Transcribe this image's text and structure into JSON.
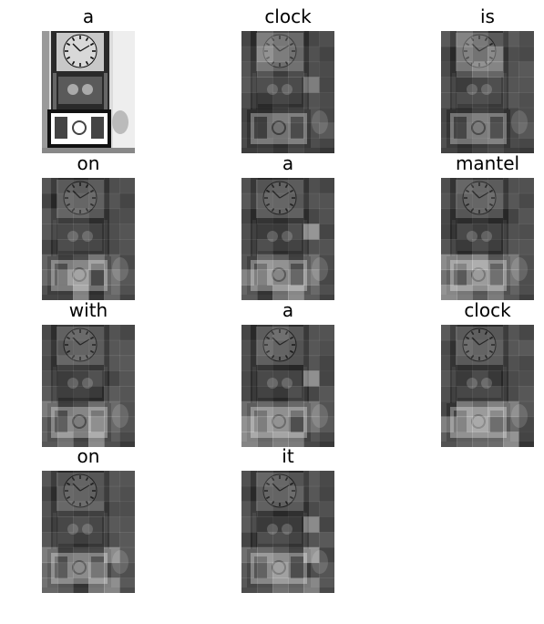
{
  "figure": {
    "panels": [
      {
        "word": "a",
        "image": "clock-photo-grayscale",
        "highlight": "none"
      },
      {
        "word": "clock",
        "image": "clock-photo-attention-map",
        "highlight": "clock-face"
      },
      {
        "word": "is",
        "image": "clock-photo-attention-map",
        "highlight": "clock-face"
      },
      {
        "word": "on",
        "image": "clock-photo-attention-map",
        "highlight": "lower-panel"
      },
      {
        "word": "a",
        "image": "clock-photo-attention-map",
        "highlight": "lower-panel"
      },
      {
        "word": "mantel",
        "image": "clock-photo-attention-map",
        "highlight": "lower-panel"
      },
      {
        "word": "with",
        "image": "clock-photo-attention-map",
        "highlight": "lower-panel"
      },
      {
        "word": "a",
        "image": "clock-photo-attention-map",
        "highlight": "lower-panel"
      },
      {
        "word": "clock",
        "image": "clock-photo-attention-map",
        "highlight": "lower-panel"
      },
      {
        "word": "on",
        "image": "clock-photo-attention-map",
        "highlight": "lower-panel"
      },
      {
        "word": "it",
        "image": "clock-photo-attention-map",
        "highlight": "lower-panel"
      }
    ]
  },
  "colors": {
    "background": "#ffffff",
    "text": "#000000",
    "clock_frame": "#2a2a2a",
    "attention_dim": "#3c3c3c"
  }
}
